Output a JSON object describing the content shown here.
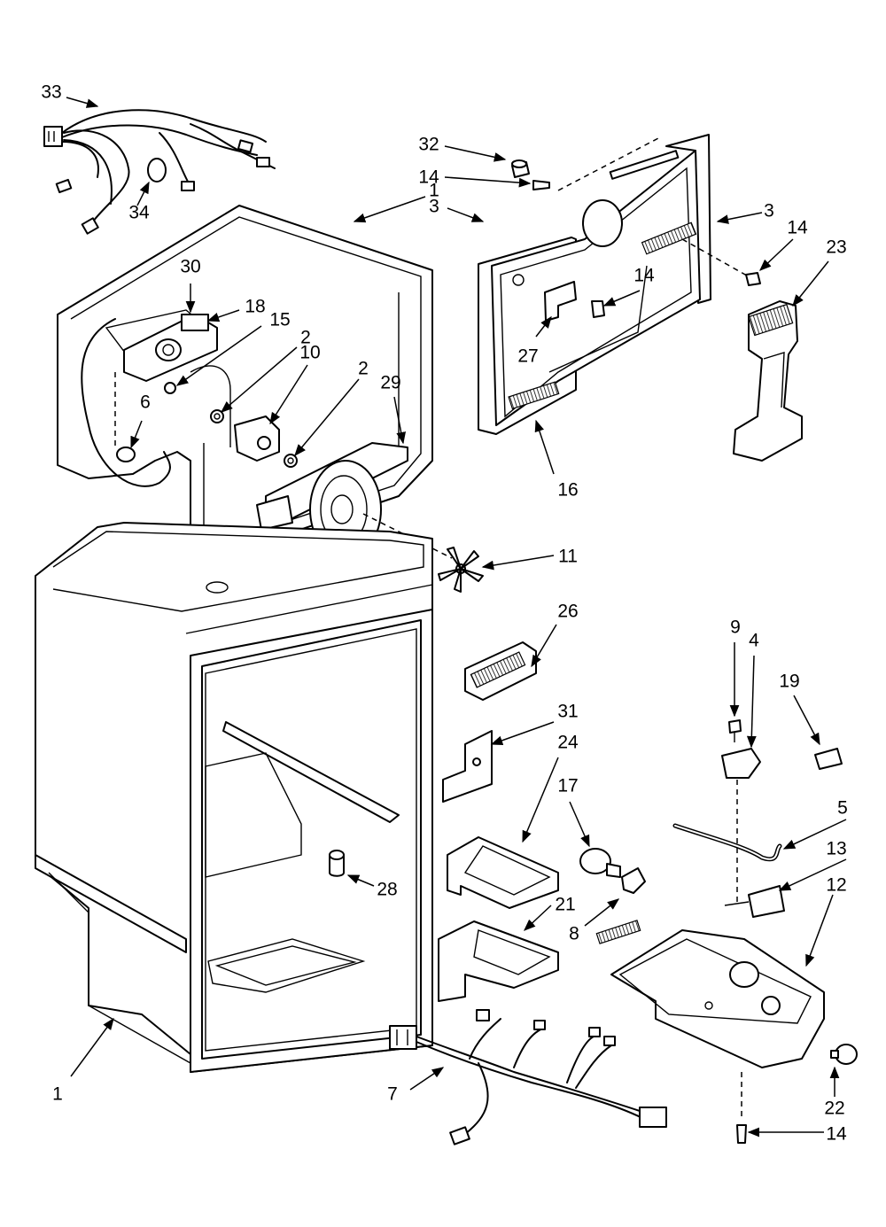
{
  "diagram": {
    "callouts": [
      {
        "id": "c33",
        "label": "33"
      },
      {
        "id": "c34",
        "label": "34"
      },
      {
        "id": "c32",
        "label": "32"
      },
      {
        "id": "c14a",
        "label": "14"
      },
      {
        "id": "c1a",
        "label": "1"
      },
      {
        "id": "c3a",
        "label": "3"
      },
      {
        "id": "c3b",
        "label": "3"
      },
      {
        "id": "c14b",
        "label": "14"
      },
      {
        "id": "c23",
        "label": "23"
      },
      {
        "id": "c30",
        "label": "30"
      },
      {
        "id": "c18",
        "label": "18"
      },
      {
        "id": "c15",
        "label": "15"
      },
      {
        "id": "c2a",
        "label": "2"
      },
      {
        "id": "c10",
        "label": "10"
      },
      {
        "id": "c2b",
        "label": "2"
      },
      {
        "id": "c29",
        "label": "29"
      },
      {
        "id": "c14c",
        "label": "14"
      },
      {
        "id": "c27",
        "label": "27"
      },
      {
        "id": "c6",
        "label": "6"
      },
      {
        "id": "c16",
        "label": "16"
      },
      {
        "id": "c11",
        "label": "11"
      },
      {
        "id": "c26",
        "label": "26"
      },
      {
        "id": "c9",
        "label": "9"
      },
      {
        "id": "c4",
        "label": "4"
      },
      {
        "id": "c19",
        "label": "19"
      },
      {
        "id": "c31",
        "label": "31"
      },
      {
        "id": "c24",
        "label": "24"
      },
      {
        "id": "c17",
        "label": "17"
      },
      {
        "id": "c5",
        "label": "5"
      },
      {
        "id": "c13",
        "label": "13"
      },
      {
        "id": "c28",
        "label": "28"
      },
      {
        "id": "c12",
        "label": "12"
      },
      {
        "id": "c21",
        "label": "21"
      },
      {
        "id": "c8",
        "label": "8"
      },
      {
        "id": "c1b",
        "label": "1"
      },
      {
        "id": "c7",
        "label": "7"
      },
      {
        "id": "c22",
        "label": "22"
      },
      {
        "id": "c14d",
        "label": "14"
      }
    ]
  }
}
